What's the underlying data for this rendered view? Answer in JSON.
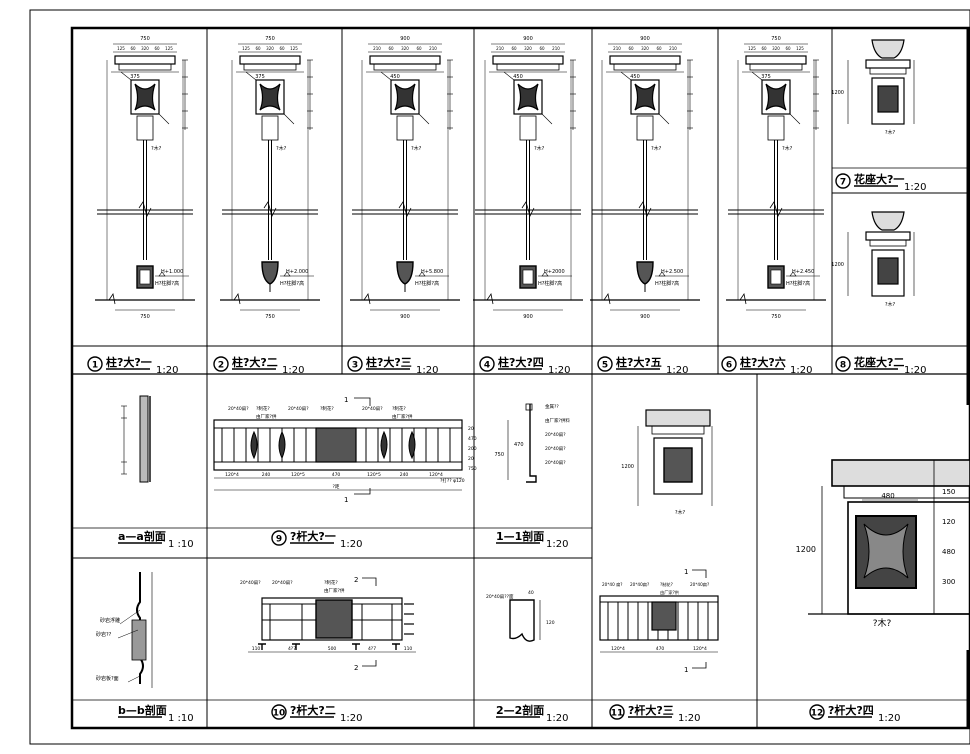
{
  "sheet": {
    "row1_titles": [
      {
        "num": "1",
        "label": "柱?大?一",
        "scale": "1:20"
      },
      {
        "num": "2",
        "label": "柱?大?二",
        "scale": "1:20"
      },
      {
        "num": "3",
        "label": "柱?大?三",
        "scale": "1:20"
      },
      {
        "num": "4",
        "label": "柱?大?四",
        "scale": "1:20"
      },
      {
        "num": "5",
        "label": "柱?大?五",
        "scale": "1:20"
      },
      {
        "num": "6",
        "label": "柱?大?六",
        "scale": "1:20"
      }
    ],
    "planter_titles": [
      {
        "num": "7",
        "label": "花座大?一",
        "scale": "1:20"
      },
      {
        "num": "8",
        "label": "花座大?二",
        "scale": "1:20"
      }
    ],
    "col_levels": [
      "H+1.000",
      "H+2.000",
      "H+5.800",
      "H+2000",
      "H+2.500",
      "H+2.450"
    ],
    "col_level_note": "H?柱脚?高",
    "col_widths": [
      "750",
      "750",
      "900",
      "900",
      "900",
      "750"
    ],
    "col_top_dims": [
      [
        "125",
        "60",
        "320",
        "60",
        "125"
      ],
      [
        "125",
        "60",
        "320",
        "60",
        "125"
      ],
      [
        "210",
        "60",
        "320",
        "60",
        "210"
      ],
      [
        "210",
        "60",
        "320",
        "60",
        "210"
      ],
      [
        "210",
        "60",
        "320",
        "60",
        "210"
      ],
      [
        "125",
        "60",
        "320",
        "60",
        "125"
      ]
    ],
    "col_mid_dims": [
      "375",
      "375",
      "450",
      "450",
      "450",
      "375"
    ],
    "col_tag": "?木?",
    "planter_h": "1200",
    "section_titles": {
      "aa": "a—a剖面",
      "aa_scale": "1 :10",
      "bb": "b—b剖面",
      "bb_scale": "1 :10",
      "s11": "1—1剖面",
      "s11_scale": "1:20",
      "s22": "2—2剖面",
      "s22_scale": "1:20"
    },
    "rail_titles": [
      {
        "num": "9",
        "label": "?杆大?一",
        "scale": "1:20"
      },
      {
        "num": "10",
        "label": "?杆大?二",
        "scale": "1:20"
      },
      {
        "num": "11",
        "label": "?杆大?三",
        "scale": "1:20"
      },
      {
        "num": "12",
        "label": "?杆大?四",
        "scale": "1:20"
      }
    ],
    "rail1_notes": [
      "20*40扁?",
      "?制花?",
      "20*40扁?",
      "?制花?",
      "20*40扁?",
      "?制花?",
      "由厂家?供",
      "由厂家?供"
    ],
    "rail1_dims": [
      "120*4",
      "240",
      "120*5",
      "470",
      "120*5",
      "240",
      "120*4"
    ],
    "rail1_total": "?距",
    "rail1_right": [
      "20",
      "470",
      "200",
      "20",
      "750"
    ],
    "rail1_right_note": "?打?? φ120",
    "rail2_notes": [
      "20*40扁?",
      "20*40扁?",
      "?制花?",
      "由厂家?供"
    ],
    "rail2_dims": [
      "110",
      "4?7",
      "500",
      "4?7",
      "110"
    ],
    "rail3_notes": [
      "20*40 扁?",
      "20*40扁?",
      "?制花?",
      "20*40扁?",
      "由厂家?供"
    ],
    "rail3_dims": [
      "120*4",
      "470",
      "120*4"
    ],
    "s11_notes": [
      "金属??",
      "由厂家?供料",
      "20*40扁?",
      "20*40扁?",
      "20*40扁?"
    ],
    "s11_dims": [
      "750",
      "470"
    ],
    "s22_notes": [
      "20*40扁??面",
      "40",
      "120"
    ],
    "bb_notes": [
      "砂岩浮雕",
      "砂岩??",
      "砂岩板?面"
    ],
    "p12_dims": [
      "480",
      "150",
      "120",
      "480",
      "300",
      "1200"
    ],
    "p12_tag": "?木?",
    "cut_labels": [
      "1",
      "2"
    ]
  }
}
